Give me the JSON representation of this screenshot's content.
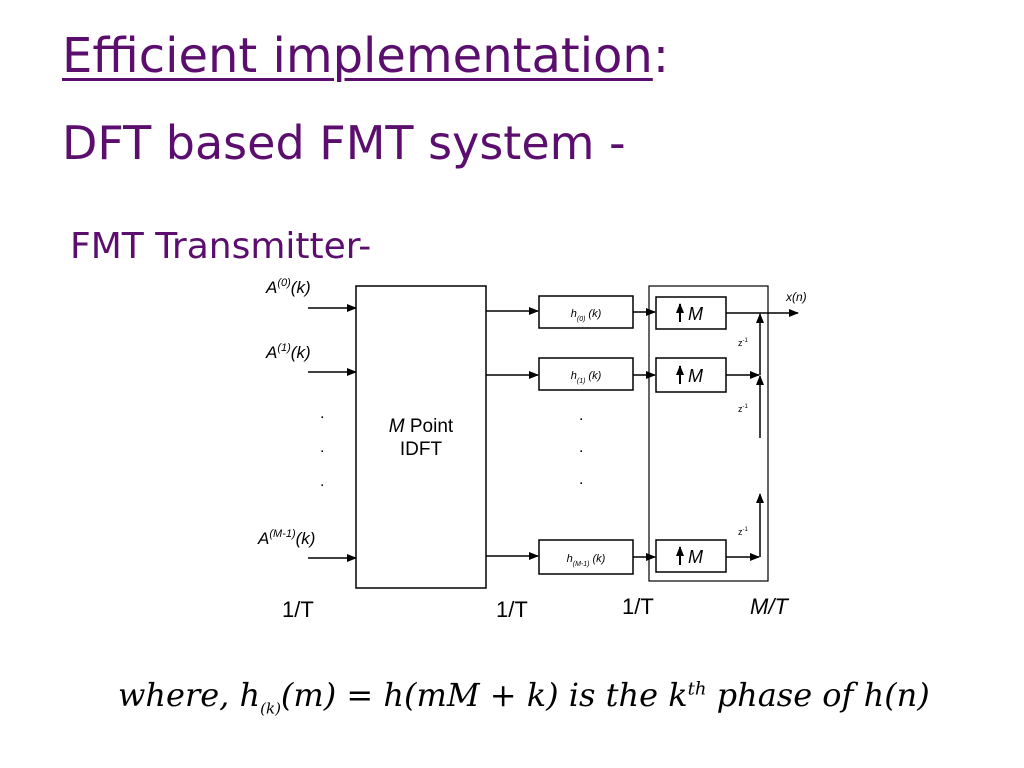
{
  "slide": {
    "title_main": "Efficient implementation",
    "title_colon": ":",
    "title_sub": "DFT based FMT system -",
    "section": "FMT Transmitter-"
  },
  "diagram": {
    "inputs": [
      {
        "base": "A",
        "sup": "(0)",
        "arg": "(k)"
      },
      {
        "base": "A",
        "sup": "(1)",
        "arg": "(k)"
      },
      {
        "base": "A",
        "sup": "(M-1)",
        "arg": "(k)"
      }
    ],
    "input_dots": ".",
    "idft_line1_var": "M",
    "idft_line1_rest": " Point",
    "idft_line2": "IDFT",
    "filters": [
      {
        "base": "h",
        "sub": "(0)",
        "arg": "(k)"
      },
      {
        "base": "h",
        "sub": "(1)",
        "arg": "(k)"
      },
      {
        "base": "h",
        "sub": "(M-1)",
        "arg": "(k)"
      }
    ],
    "filter_dots": ".",
    "upsampler_label": "M",
    "delay_base": "z",
    "delay_sup": "-1",
    "output_label": "x(n)",
    "rates": [
      "1/T",
      "1/T",
      "1/T",
      "M/T"
    ]
  },
  "formula": {
    "where": "where, h",
    "sub_k": "(k)",
    "part2": "(m) = h(mM + k)  is the k",
    "sup_th": "th",
    "part3": " phase of  h(n)"
  },
  "colors": {
    "title": "#5b0e6e",
    "diagram": "#000000"
  }
}
